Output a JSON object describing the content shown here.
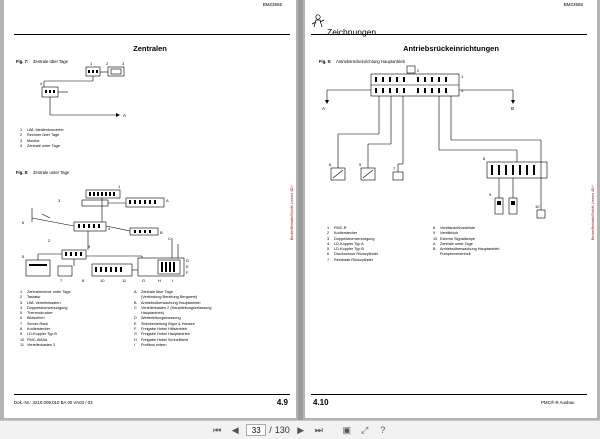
{
  "left_page": {
    "doc_code": "BM23555",
    "title": "Zentralen",
    "fig7": {
      "label": "Fig. 7:",
      "caption": "Zentrale über Tage"
    },
    "fig7_legend": [
      {
        "n": "1",
        "t": "LWL Medienkonverter"
      },
      {
        "n": "2",
        "t": "Rechner über Tage"
      },
      {
        "n": "3",
        "t": "Monitor"
      },
      {
        "n": "4",
        "t": "Zentrale unter Tage"
      }
    ],
    "fig8": {
      "label": "Fig. 8:",
      "caption": "Zentrale unter Tage"
    },
    "fig8_legend_left": [
      {
        "n": "1",
        "t": "Zentralrechner unter Tage"
      },
      {
        "n": "2",
        "t": "Tastatur"
      },
      {
        "n": "3",
        "t": "LWL Verteilerkasten"
      },
      {
        "n": "4",
        "t": "Doppelstromversorgung"
      },
      {
        "n": "5",
        "t": "Thermodrucker"
      },
      {
        "n": "6",
        "t": "Bildschirm"
      },
      {
        "n": "7",
        "t": "Server-Rack"
      },
      {
        "n": "8",
        "t": "Kodierstecker"
      },
      {
        "n": "9",
        "t": "LD-Koppler Typ B"
      },
      {
        "n": "10",
        "t": "PMC-WA5A"
      },
      {
        "n": "11",
        "t": "Verteilerkasten 3"
      }
    ],
    "fig8_legend_right": [
      {
        "n": "A",
        "t": "Zentrale über Tage"
      },
      {
        "n": "",
        "t": "(Verbindung Bereitung Bergwerk)"
      },
      {
        "n": "B",
        "t": "Antriebsüberwachung Hauptantrieb"
      },
      {
        "n": "C",
        "t": "Verteilerkasten 2 (Hauptleitungserfassung"
      },
      {
        "n": "",
        "t": "Hauptantrieb)"
      },
      {
        "n": "D",
        "t": "Wetterleitungsmessung"
      },
      {
        "n": "E",
        "t": "Streckenleitung Bigor & Hansen"
      },
      {
        "n": "F",
        "t": "Freigabe Hobel Hilfsantrieb"
      },
      {
        "n": "G",
        "t": "Freigabe Hobel Hauptantrieb"
      },
      {
        "n": "H",
        "t": "Freigabe Hobel Schnellfahrt"
      },
      {
        "n": "I",
        "t": "Profibus extern"
      }
    ],
    "footer": "Dok.-Nr.: 4210.009.010 BA 00     VA03 / 03",
    "page_number": "4.9",
    "side_text": "BeckerBerlalek/GmbH, Lemen 4D-*"
  },
  "right_page": {
    "doc_code": "BM23555",
    "chapter": "Zeichnungen",
    "title": "Antriebsrückeinrichtungen",
    "fig9": {
      "label": "Fig. 9:",
      "caption": "Antriebsrückeinrichtung Hauptantrieb"
    },
    "fig9_legend_left": [
      {
        "n": "1",
        "t": "PMC-R"
      },
      {
        "n": "2",
        "t": "Kodierstecker"
      },
      {
        "n": "3",
        "t": "Doppelstromversorgung"
      },
      {
        "n": "4",
        "t": "LD-Koppler Typ A"
      },
      {
        "n": "5",
        "t": "LD-Koppler Typ B"
      },
      {
        "n": "6",
        "t": "Drucksensor Rückzylinder"
      },
      {
        "n": "7",
        "t": "Reedstab Rückzylinder"
      }
    ],
    "fig9_legend_right": [
      {
        "n": "8",
        "t": "Ventilanschlussleiste"
      },
      {
        "n": "9",
        "t": "Ventilblock"
      },
      {
        "n": "10",
        "t": "Externe Signallampe"
      },
      {
        "n": "A",
        "t": "Zentrale unter Tage"
      },
      {
        "n": "B",
        "t": "Antriebsüberwachung Hauptantrieb"
      },
      {
        "n": "",
        "t": "Pumpenvereinheit"
      }
    ],
    "page_number": "4.10",
    "footer_right": "PMC®-R Ausbau",
    "side_text": "BeckerBerlalek/GmbH, Lemen 4D-*"
  },
  "labels": {
    "one": "1",
    "two": "2",
    "three": "3",
    "four": "4",
    "five": "5",
    "six": "6",
    "seven": "7",
    "eight": "8",
    "nine": "9",
    "ten": "10",
    "eleven": "11",
    "A": "A",
    "B": "B",
    "C": "C",
    "D": "D",
    "E": "E",
    "F": "F",
    "G": "G",
    "H": "H",
    "I": "I"
  },
  "toolbar": {
    "current_page": "33",
    "separator": "/",
    "total_pages": "130"
  },
  "icons": {
    "first": "first-page-icon",
    "prev": "prev-page-icon",
    "next": "next-page-icon",
    "last": "last-page-icon",
    "fit": "fit-page-icon",
    "fullscreen": "fullscreen-icon",
    "help": "help-icon"
  }
}
